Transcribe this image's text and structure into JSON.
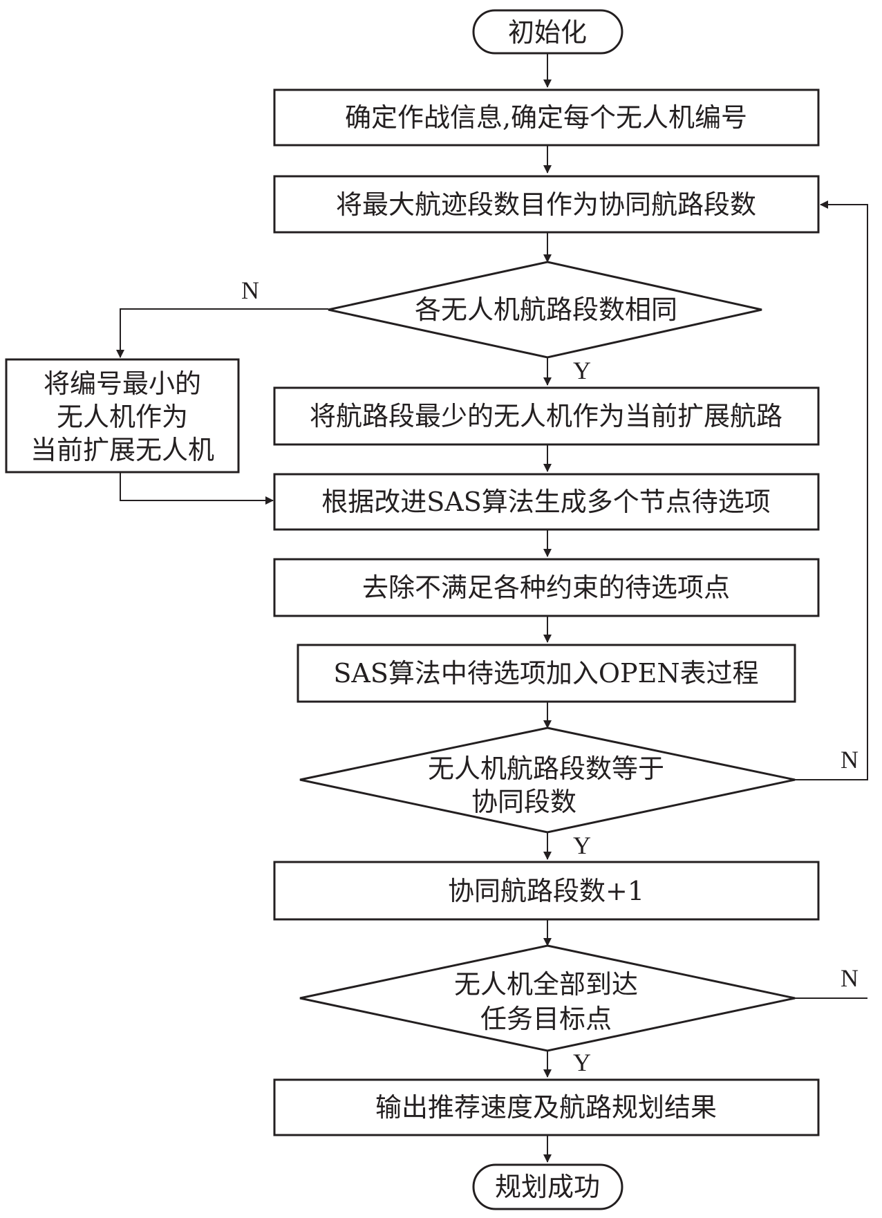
{
  "flowchart": {
    "nodes": {
      "start": "初始化",
      "init_info": "确定作战信息,确定每个无人机编号",
      "set_segments": "将最大航迹段数目作为协同航路段数",
      "decision_same": "各无人机航路段数相同",
      "left_box": [
        "将编号最小的",
        "无人机作为",
        "当前扩展无人机"
      ],
      "expand_fewest": "将航路段最少的无人机作为当前扩展航路",
      "generate": "根据改进SAS算法生成多个节点待选项",
      "remove": "去除不满足各种约束的待选项点",
      "open_list": "SAS算法中待选项加入OPEN表过程",
      "decision_equal": [
        "无人机航路段数等于",
        "协同段数"
      ],
      "increment": "协同航路段数+1",
      "decision_arrive": [
        "无人机全部到达",
        "任务目标点"
      ],
      "output": "输出推荐速度及航路规划结果",
      "end": "规划成功"
    },
    "branch_labels": {
      "same_no": "N",
      "same_yes": "Y",
      "equal_no": "N",
      "equal_yes": "Y",
      "arrive_no": "N",
      "arrive_yes": "Y"
    }
  }
}
